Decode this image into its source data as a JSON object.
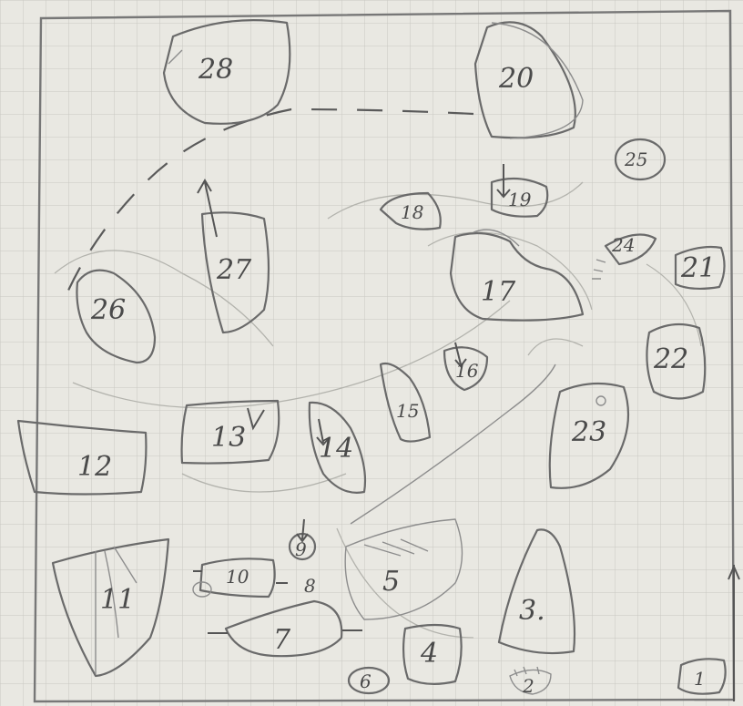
{
  "sketch": {
    "labels": {
      "s1": "1",
      "s2": "2",
      "s3": "3.",
      "s4": "4",
      "s5": "5",
      "s6": "6",
      "s7": "7",
      "s8": "8",
      "s9": "9",
      "s10": "10",
      "s11": "11",
      "s12": "12",
      "s13": "13",
      "s14": "14",
      "s15": "15",
      "s16": "16",
      "s17": "17",
      "s18": "18",
      "s19": "19",
      "s20": "20",
      "s21": "21",
      "s22": "22",
      "s23": "23",
      "s24": "24",
      "s25": "25",
      "s26": "26",
      "s27": "27",
      "s28": "28"
    }
  }
}
